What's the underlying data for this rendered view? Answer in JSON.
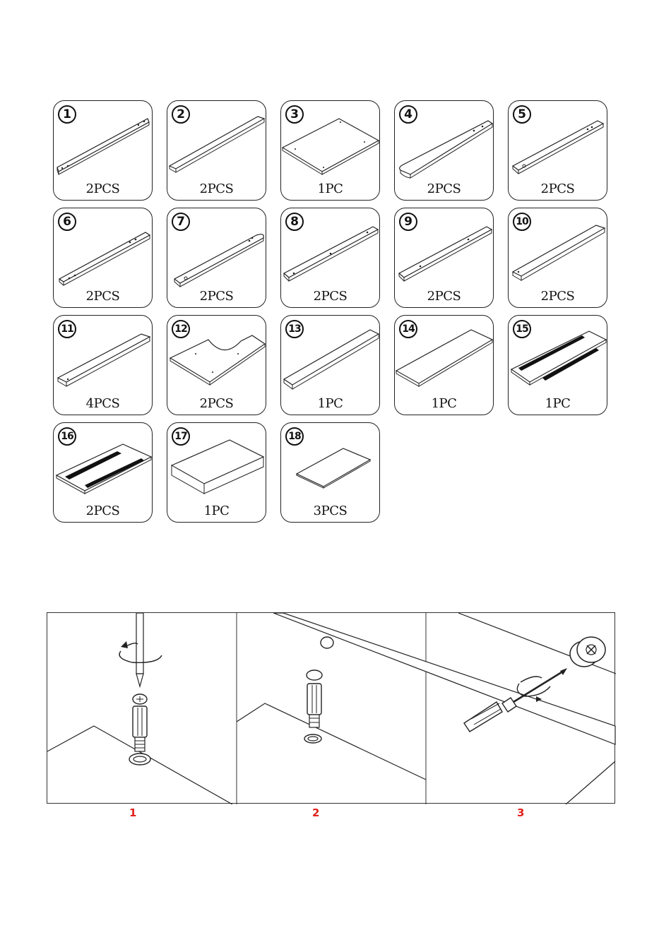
{
  "parts": [
    {
      "number": "1",
      "qty": "2PCS"
    },
    {
      "number": "2",
      "qty": "2PCS"
    },
    {
      "number": "3",
      "qty": "1PC"
    },
    {
      "number": "4",
      "qty": "2PCS"
    },
    {
      "number": "5",
      "qty": "2PCS"
    },
    {
      "number": "6",
      "qty": "2PCS"
    },
    {
      "number": "7",
      "qty": "2PCS"
    },
    {
      "number": "8",
      "qty": "2PCS"
    },
    {
      "number": "9",
      "qty": "2PCS"
    },
    {
      "number": "10",
      "qty": "2PCS"
    },
    {
      "number": "11",
      "qty": "4PCS"
    },
    {
      "number": "12",
      "qty": "2PCS"
    },
    {
      "number": "13",
      "qty": "1PC"
    },
    {
      "number": "14",
      "qty": "1PC"
    },
    {
      "number": "15",
      "qty": "1PC"
    },
    {
      "number": "16",
      "qty": "2PCS"
    },
    {
      "number": "17",
      "qty": "1PC"
    },
    {
      "number": "18",
      "qty": "3PCS"
    }
  ],
  "steps": [
    "1",
    "2",
    "3"
  ],
  "colors": {
    "step_label": "#e0201b",
    "line": "#222222"
  }
}
